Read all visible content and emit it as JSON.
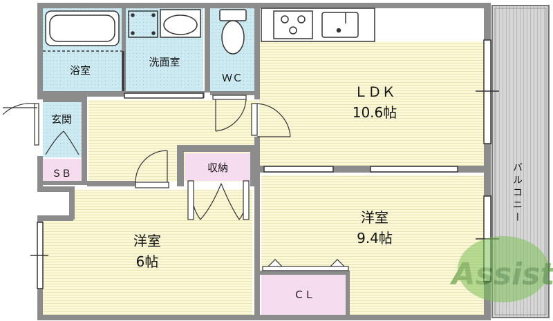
{
  "rooms": {
    "bath": {
      "label": "浴室"
    },
    "washroom": {
      "label": "洗面室"
    },
    "wc": {
      "label": "ＷＣ"
    },
    "ldk": {
      "label": "ＬＤＫ",
      "size": "10.6帖"
    },
    "entrance": {
      "label": "玄関"
    },
    "sb": {
      "label": "ＳＢ"
    },
    "storage": {
      "label": "収納"
    },
    "western_left": {
      "label": "洋室",
      "size": "6帖"
    },
    "western_right": {
      "label": "洋室",
      "size": "9.4帖"
    },
    "cl": {
      "label": "ＣＬ"
    },
    "balcony": {
      "label": "バルコニー"
    }
  },
  "watermark": {
    "text": "Assist"
  },
  "colors": {
    "wall": "#8a8a8a",
    "wall_dark": "#555555",
    "floor_wood": "#fbf8d8",
    "floor_line": "#e6e0ae",
    "wet_area": "#cdeaf2",
    "storage": "#f6dcef",
    "balcony": "#d8d8d8",
    "watermark": "#5aa83a"
  }
}
